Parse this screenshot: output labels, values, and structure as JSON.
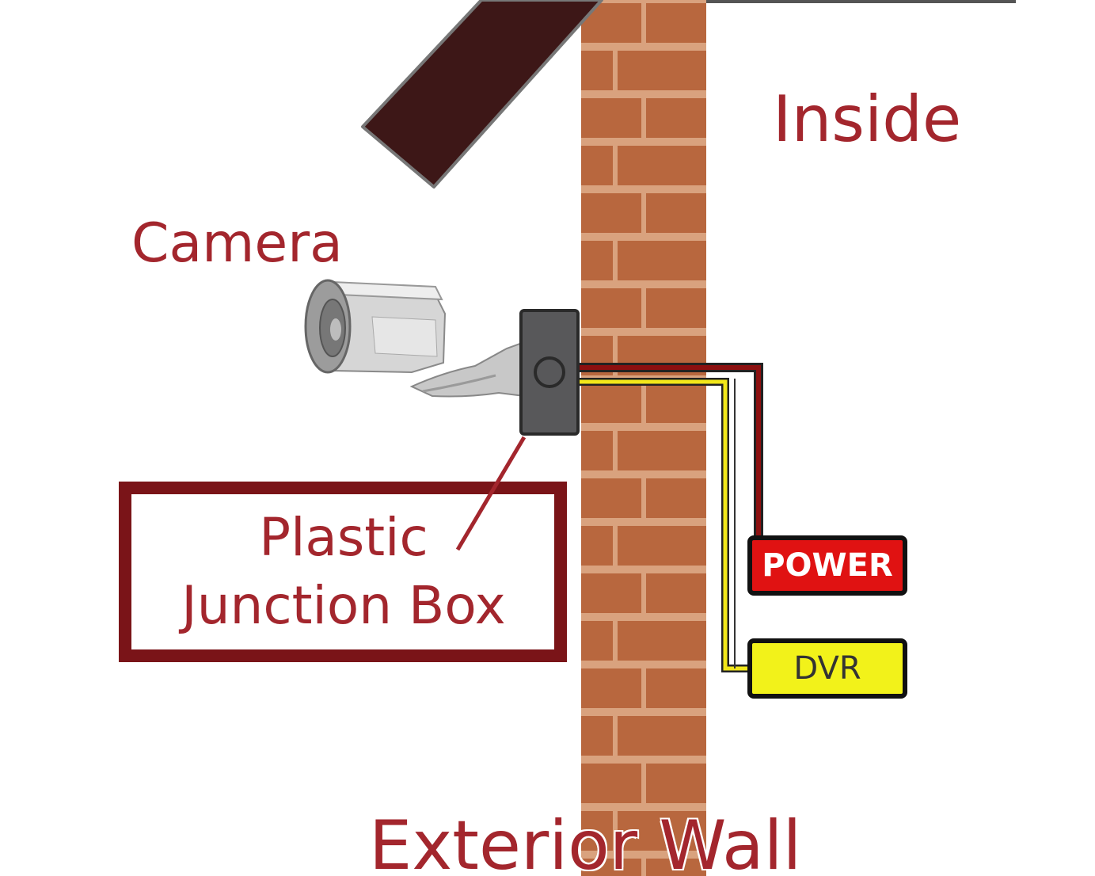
{
  "labels": {
    "inside": "Inside",
    "camera": "Camera",
    "junction_box_line1": "Plastic",
    "junction_box_line2": "Junction Box",
    "exterior_wall": "Exterior Wall"
  },
  "tags": {
    "power": "POWER",
    "dvr": "DVR"
  },
  "colors": {
    "label_text": "#a3262d",
    "roof": "#3d1717",
    "brick": "#b8673e",
    "mortar": "#d9a27e",
    "junction_box": "#58585a",
    "power_wire": "#8c1010",
    "dvr_wire": "#f2e71a",
    "callout_border": "#7a1418",
    "power_tag_bg": "#e01212",
    "power_tag_text": "#ffffff",
    "dvr_tag_bg": "#f2f21a",
    "dvr_tag_text": "#333333"
  },
  "icons": [
    "roof-beam",
    "brick-wall",
    "bullet-camera-icon",
    "junction-box-icon",
    "cable-wires"
  ]
}
